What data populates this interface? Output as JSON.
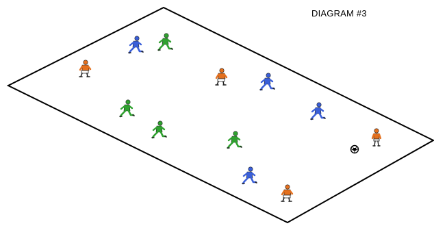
{
  "diagram": {
    "title": "DIAGRAM #3",
    "field": {
      "line_color": "#000000",
      "fill": "#ffffff"
    },
    "teams": {
      "orange": {
        "color": "#e4701e"
      },
      "green": {
        "color": "#2fa12f"
      },
      "blue": {
        "color": "#3a5fd9"
      }
    },
    "players": [
      {
        "team": "blue",
        "pose": "run-right"
      },
      {
        "team": "green",
        "pose": "run-right"
      },
      {
        "team": "orange",
        "pose": "crouch"
      },
      {
        "team": "orange",
        "pose": "crouch"
      },
      {
        "team": "blue",
        "pose": "run-right"
      },
      {
        "team": "green",
        "pose": "run-right"
      },
      {
        "team": "green",
        "pose": "run-right"
      },
      {
        "team": "blue",
        "pose": "run-right"
      },
      {
        "team": "green",
        "pose": "run-right"
      },
      {
        "team": "blue",
        "pose": "run-right"
      },
      {
        "team": "orange",
        "pose": "crouch"
      },
      {
        "team": "orange",
        "pose": "stand"
      }
    ],
    "ball": {
      "icon": "soccer-ball-icon"
    }
  }
}
